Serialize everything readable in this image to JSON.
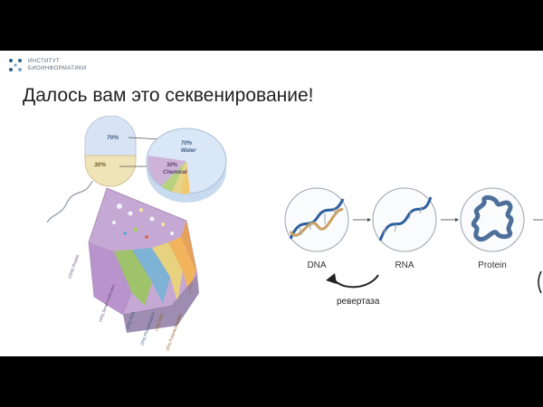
{
  "logo": {
    "line1": "ИНСТИТУТ",
    "line2": "БИОИНФОРМАТИКИ"
  },
  "title": "Далось вам это секвенирование!",
  "cell_figure": {
    "cell_top_pct": "70%",
    "cell_bottom_pct": "30%",
    "disc_water_pct": "70%",
    "disc_water_label": "Water",
    "disc_chem_pct": "30%",
    "disc_chem_label": "Chemical",
    "sector_labels": [
      "(15%) Protein",
      "(4%) Small molecules",
      "(2%) RNA",
      "(2%) Phospholipids",
      "(1%) DNA",
      "(2%) Polysaccharides"
    ]
  },
  "dogma": {
    "dna_label": "DNA",
    "rna_label": "RNA",
    "protein_label": "Protein",
    "revertase_label": "ревертаза"
  },
  "colors": {
    "dna_blue": "#2f5f9e",
    "dna_tan": "#c9a062",
    "protein_blue": "#4d6f99",
    "slide_bg": "#ffffff",
    "letterbox": "#000000"
  }
}
